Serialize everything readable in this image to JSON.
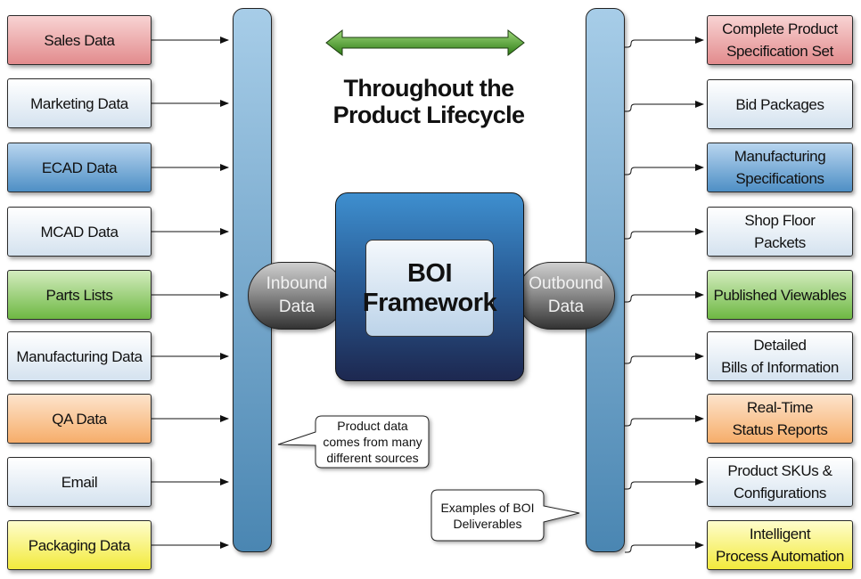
{
  "title_lines": "Throughout the\nProduct Lifecycle",
  "framework": {
    "label": "BOI\nFramework",
    "inbound": "Inbound\nData",
    "outbound": "Outbound\nData"
  },
  "colors": {
    "red": "#e28b8d",
    "pale": "#d4e2ef",
    "blue": "#4e8fc5",
    "green": "#6eb843",
    "orange": "#f6ad6a",
    "yellow": "#f2ea3c",
    "rail": "#6aa3cc",
    "hub": "#2a5e98",
    "lifecycle_arrow": "#3f9a24"
  },
  "inputs": [
    {
      "label": "Sales Data",
      "color": "red"
    },
    {
      "label": "Marketing Data",
      "color": "pale"
    },
    {
      "label": "ECAD Data",
      "color": "blue"
    },
    {
      "label": "MCAD Data",
      "color": "pale"
    },
    {
      "label": "Parts Lists",
      "color": "green"
    },
    {
      "label": "Manufacturing Data",
      "color": "pale"
    },
    {
      "label": "QA Data",
      "color": "orange"
    },
    {
      "label": "Email",
      "color": "pale"
    },
    {
      "label": "Packaging Data",
      "color": "yellow"
    }
  ],
  "outputs": [
    {
      "label": "Complete Product\nSpecification Set",
      "color": "red"
    },
    {
      "label": "Bid Packages",
      "color": "pale"
    },
    {
      "label": "Manufacturing\nSpecifications",
      "color": "blue"
    },
    {
      "label": "Shop Floor\nPackets",
      "color": "pale"
    },
    {
      "label": "Published Viewables",
      "color": "green"
    },
    {
      "label": "Detailed\nBills of Information",
      "color": "pale"
    },
    {
      "label": "Real-Time\nStatus Reports",
      "color": "orange"
    },
    {
      "label": "Product SKUs &\nConfigurations",
      "color": "pale"
    },
    {
      "label": "Intelligent\nProcess Automation",
      "color": "yellow"
    }
  ],
  "callouts": {
    "sources": "Product data\ncomes from many\ndifferent sources",
    "deliverables": "Examples of BOI\nDeliverables"
  }
}
